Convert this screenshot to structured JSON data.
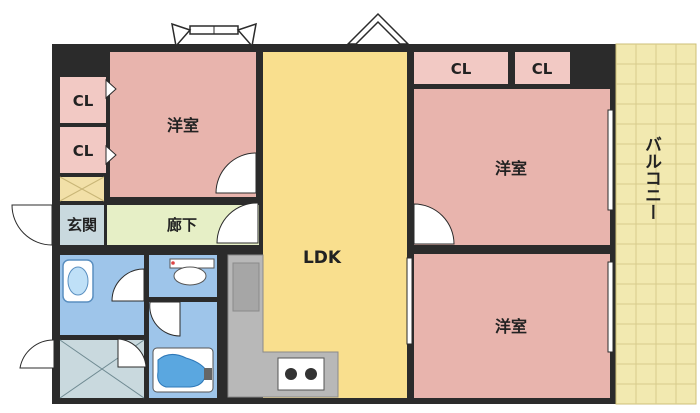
{
  "rooms": {
    "western_nw": "洋室",
    "western_ne": "洋室",
    "western_se": "洋室",
    "ldk": "LDK",
    "entrance": "玄関",
    "corridor": "廊下",
    "balcony": "バルコニー"
  },
  "closets": {
    "cl_west_upper": "CL",
    "cl_west_lower": "CL",
    "cl_north_1": "CL",
    "cl_north_2": "CL"
  },
  "colors": {
    "wall": "#2b2b2b",
    "western_room": "#e8b4ad",
    "closet": "#f2c9c4",
    "ldk": "#f9df8e",
    "corridor": "#e6efc6",
    "entrance": "#c9d9de",
    "wet_area": "#9ec5ea",
    "balcony": "#f2e9b0",
    "kitchen": "#b8b8b8"
  },
  "icons": [
    "door-swing-icon",
    "toilet-icon",
    "bathtub-icon",
    "washbasin-icon",
    "stove-icon",
    "window-icon"
  ]
}
